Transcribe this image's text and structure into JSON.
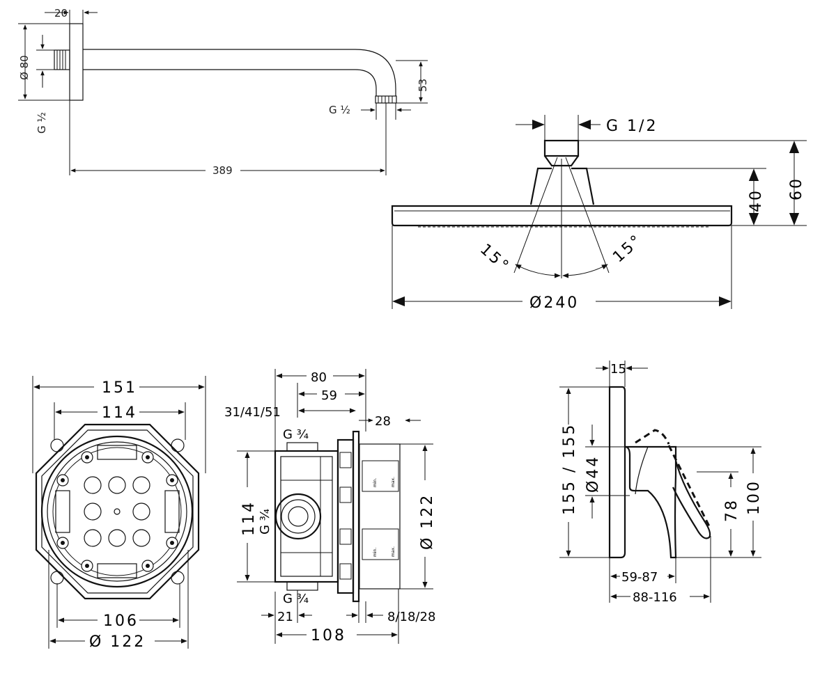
{
  "shower_arm": {
    "dim_flange_thickness": "20",
    "dim_flange_diameter": "Ø 80",
    "dim_wall_thread": "G ½",
    "dim_arm_drop": "53",
    "dim_outlet_thread": "G ½",
    "dim_arm_length": "389"
  },
  "overhead_shower": {
    "dim_connection_thread": "G 1/2",
    "dim_total_height": "60",
    "dim_body_height": "40",
    "dim_spray_angle_left": "15°",
    "dim_spray_angle_right": "15°",
    "dim_diameter": "Ø240"
  },
  "box_front": {
    "dim_width_outer": "151",
    "dim_width_inner": "114",
    "dim_hole_spacing": "106",
    "dim_diameter": "Ø 122"
  },
  "box_side": {
    "dim_depth_80": "80",
    "dim_depth_59": "59",
    "dim_settings": "31/41/51",
    "dim_28": "28",
    "thread_top": "G ¾",
    "thread_middle": "G ¾",
    "thread_bottom": "G ¾",
    "dim_height_114": "114",
    "dim_diameter_122": "Ø 122",
    "dim_21": "21",
    "dim_8_18_28": "8/18/28",
    "dim_108": "108",
    "label_min_upper": "min.",
    "label_max_upper": "max.",
    "label_min_lower": "min.",
    "label_max_lower": "max."
  },
  "mixer_side": {
    "dim_plate_thickness": "15",
    "dim_plate_height": "155 / 155",
    "dim_body_diameter": "Ø44",
    "dim_lever_height": "78",
    "dim_body_height": "100",
    "dim_projection_1": "59-87",
    "dim_projection_2": "88-116"
  }
}
